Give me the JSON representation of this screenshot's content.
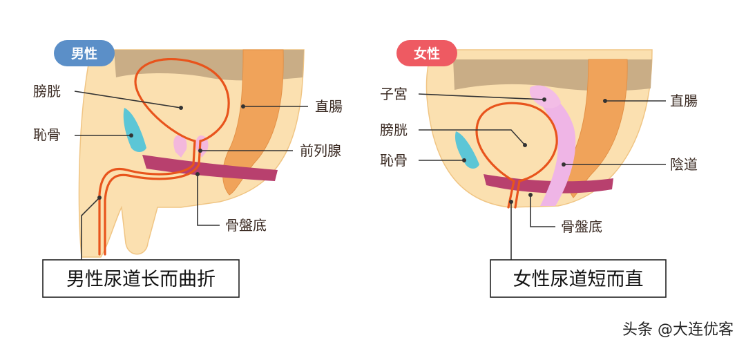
{
  "male": {
    "badge": "男性",
    "labels": {
      "bladder": "膀胱",
      "pubis": "恥骨",
      "rectum": "直腸",
      "prostate": "前列腺",
      "pelvic_floor": "骨盤底"
    },
    "caption": "男性尿道长而曲折"
  },
  "female": {
    "badge": "女性",
    "labels": {
      "uterus": "子宮",
      "bladder": "膀胱",
      "pubis": "恥骨",
      "rectum": "直腸",
      "vagina": "陰道",
      "pelvic_floor": "骨盤底"
    },
    "caption": "女性尿道短而直"
  },
  "watermark": "头条 @大连优客",
  "colors": {
    "skin": "#fbe0b0",
    "skin_dark": "#f4c98a",
    "sacrum": "#c9ad86",
    "rectum": "#f0a35a",
    "pelvic_floor": "#b8406e",
    "pubis": "#5cc6d6",
    "prostate": "#f3b8dc",
    "vagina": "#efb5e6",
    "urethra": "#e8541c",
    "badge_male": "#5b8fc8",
    "badge_female": "#ee5a62"
  }
}
